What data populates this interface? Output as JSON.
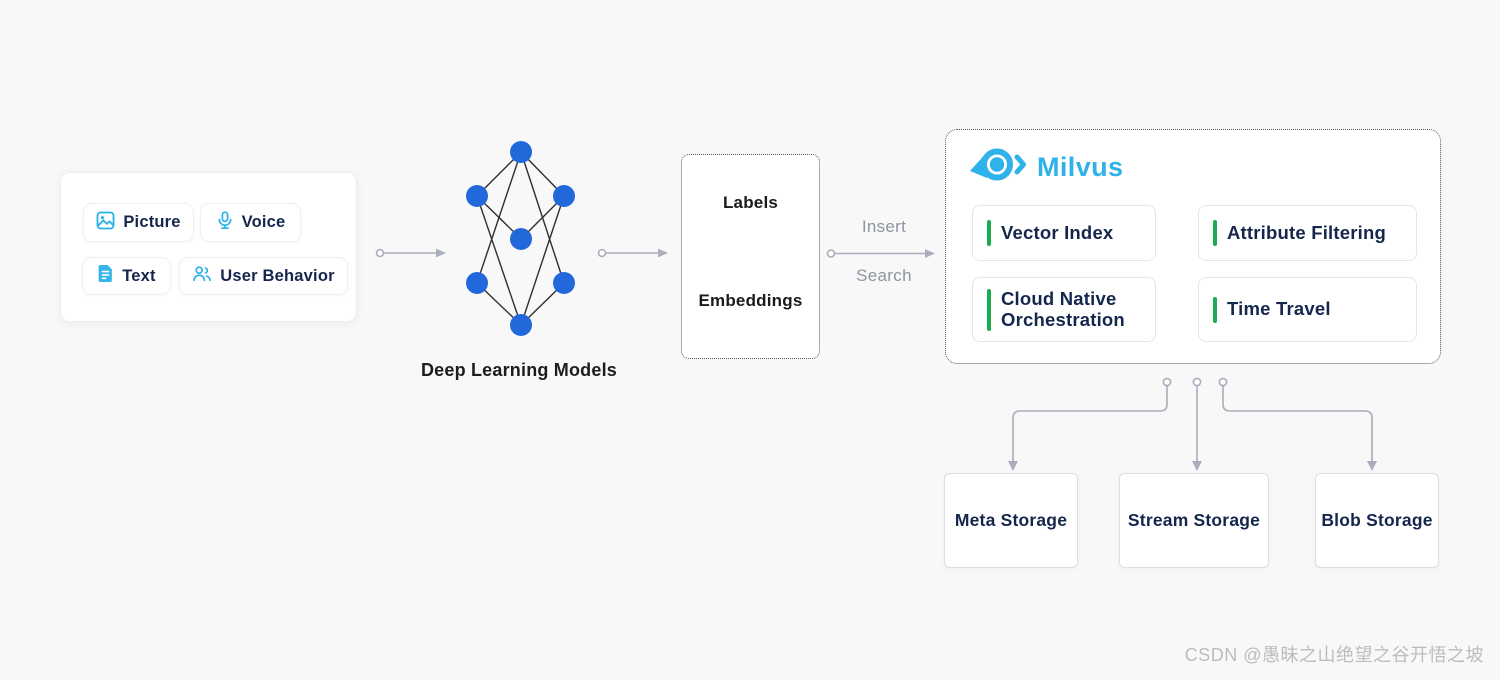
{
  "page": {
    "background": "#f8f8f9",
    "watermark": "CSDN @愚昧之山绝望之谷开悟之坡"
  },
  "colors": {
    "brand_light_blue": "#2fb2e9",
    "icon_blue": "#29b1e8",
    "node_blue": "#2268db",
    "green_accent": "#1cab52",
    "navy_text": "#15264d",
    "dark_text": "#1d1d20",
    "gray_label": "#8f94a2",
    "connector_gray": "#a9acba"
  },
  "input_card": {
    "items": [
      {
        "label": "Picture",
        "icon": "picture-icon"
      },
      {
        "label": "Voice",
        "icon": "microphone-icon"
      },
      {
        "label": "Text",
        "icon": "document-icon"
      },
      {
        "label": "User Behavior",
        "icon": "users-icon"
      }
    ]
  },
  "model": {
    "label": "Deep Learning Models"
  },
  "output_box": {
    "top": "Labels",
    "bottom": "Embeddings"
  },
  "flow": {
    "insert_label": "Insert",
    "search_label": "Search"
  },
  "milvus": {
    "brand": "Milvus",
    "features": [
      "Vector Index",
      "Attribute Filtering",
      "Cloud Native Orchestration",
      "Time Travel"
    ]
  },
  "storage": {
    "nodes": [
      "Meta Storage",
      "Stream Storage",
      "Blob Storage"
    ]
  }
}
